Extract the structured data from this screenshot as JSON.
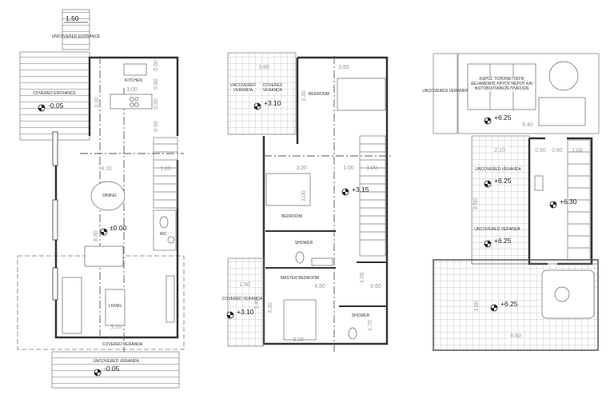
{
  "ground_floor": {
    "stair_width_top": "1.50",
    "uncovered_entrance": "UNCOVERED ENTRANCE",
    "covered_entrance": "COVERED ENTRANCE",
    "entrance_level": "-0.05",
    "kitchen": "KITCHEN",
    "dims": {
      "kitchen_w": "3.00",
      "kitchen_h": "3.30",
      "d060": "0.60",
      "d080": "0.80",
      "d090a": "0.90",
      "d090b": "0.90",
      "dining_w": "4.10",
      "stair_w": "1.00",
      "living_h": "8.80",
      "living_w": "5.10"
    },
    "dining": "DINING",
    "floor_level": "±0.00",
    "wc": "WC",
    "living": "LIVING",
    "covered_veranda": "COVERED VERANDA",
    "uncovered_veranda": "UNCOVERED VERANDA",
    "veranda_level": "-0.05"
  },
  "first_floor": {
    "uncovered_veranda": "UNCOVERED VERANDA",
    "covered_veranda_top": "COVERED VERANDA",
    "veranda_top_level": "+3.10",
    "bedroom1": "BEDROOM",
    "bedroom2": "BEDROOM",
    "hall_level": "+3.15",
    "shower1": "SHOWER",
    "master_bedroom": "MASTER BEDROOM",
    "shower2": "SHOWER",
    "covered_veranda_bottom": "COVERED VERANDA",
    "veranda_bottom_level": "+3.10",
    "dims": {
      "veranda_w": "3.60",
      "bed1_w": "3.60",
      "bed1_h": "3.30",
      "bed2_w": "3.00",
      "hall_w": "1.00",
      "stair_w": "1.00",
      "bed2_h": "3.00",
      "master_w": "4.50",
      "master_h": "3.30",
      "veranda_b_w": "1.50",
      "veranda_b_h": "3.40",
      "d105": "1.05",
      "d060": "0.60",
      "d320": "3.20",
      "d170": "1.70"
    }
  },
  "roof": {
    "uncovered_veranda_side": "UNCOVERED VERANDA",
    "tank_area": "ΧΩΡΟΣ ΤΟΠΟΘΕΤΗΣΗΣ ΔΕΞΑΜΕΝΗΣ ΚΡΥΟΥ ΝΕΡΟΥ ΚΑΙ ΦΩΤΟΒΟΛΤΑΪΚΩΝ ΠΛΑΙΣΙΩΝ",
    "tank_level": "+6.25",
    "uncovered_veranda1": "UNCOVERED VERANDA",
    "veranda1_level": "+6.25",
    "stair_level": "+6.30",
    "uncovered_veranda2": "UNCOVERED VERANDA",
    "veranda2_level": "+6.25",
    "terrace_level": "+6.25",
    "dims": {
      "tank_w": "5.40",
      "v_w": "2.10",
      "d060a": "0.60",
      "d060b": "0.60",
      "d100": "1.00",
      "v_h": "8.50",
      "terrace_h": "3.60",
      "terrace_w": "6.60"
    }
  }
}
